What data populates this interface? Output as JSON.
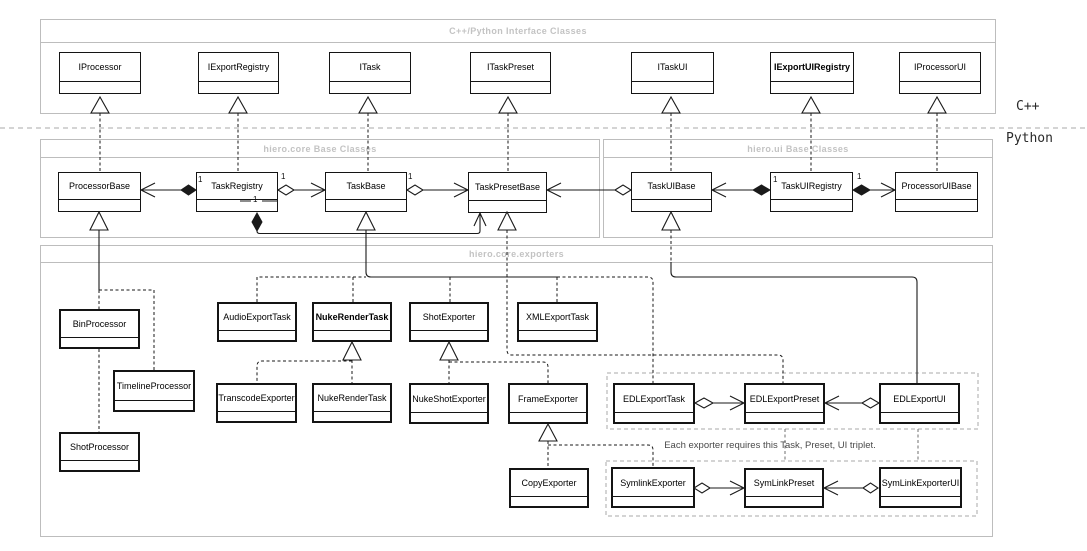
{
  "diagram": {
    "containers": {
      "interfaces": {
        "title": "C++/Python Interface Classes"
      },
      "core_base": {
        "title": "hiero.core Base Classes"
      },
      "ui_base": {
        "title": "hiero.ui Base Classes"
      },
      "exporters": {
        "title": "hiero.core.exporters"
      }
    },
    "language_labels": {
      "cpp": "C++",
      "python": "Python"
    },
    "annotation": "Each exporter requires this Task, Preset, UI triplet.",
    "multiplicity_label": "1",
    "classes": {
      "IProcessor": {
        "label": "IProcessor"
      },
      "IExportRegistry": {
        "label": "IExportRegistry"
      },
      "ITask": {
        "label": "ITask"
      },
      "ITaskPreset": {
        "label": "ITaskPreset"
      },
      "ITaskUI": {
        "label": "ITaskUI"
      },
      "IExportUIRegistry": {
        "label": "IExportUIRegistry"
      },
      "IProcessorUI": {
        "label": "IProcessorUI"
      },
      "ProcessorBase": {
        "label": "ProcessorBase"
      },
      "TaskRegistry": {
        "label": "TaskRegistry"
      },
      "TaskBase": {
        "label": "TaskBase"
      },
      "TaskPresetBase": {
        "label": "TaskPresetBase"
      },
      "TaskUIBase": {
        "label": "TaskUIBase"
      },
      "TaskUIRegistry": {
        "label": "TaskUIRegistry"
      },
      "ProcessorUIBase": {
        "label": "ProcessorUIBase"
      },
      "BinProcessor": {
        "label": "BinProcessor"
      },
      "TimelineProcessor": {
        "label": "TimelineProcessor"
      },
      "ShotProcessor": {
        "label": "ShotProcessor"
      },
      "AudioExportTask": {
        "label": "AudioExportTask"
      },
      "NukeRenderTaskBase": {
        "label": "NukeRenderTask"
      },
      "ShotExporter": {
        "label": "ShotExporter"
      },
      "XMLExportTask": {
        "label": "XMLExportTask"
      },
      "TranscodeExporter": {
        "label": "TranscodeExporter"
      },
      "NukeRenderTask": {
        "label": "NukeRenderTask"
      },
      "NukeShotExporter": {
        "label": "NukeShotExporter"
      },
      "FrameExporter": {
        "label": "FrameExporter"
      },
      "CopyExporter": {
        "label": "CopyExporter"
      },
      "EDLExportTask": {
        "label": "EDLExportTask"
      },
      "EDLExportPreset": {
        "label": "EDLExportPreset"
      },
      "EDLExportUI": {
        "label": "EDLExportUI"
      },
      "SymlinkExporter": {
        "label": "SymlinkExporter"
      },
      "SymLinkPreset": {
        "label": "SymLinkPreset"
      },
      "SymLinkExporterUI": {
        "label": "SymLinkExporterUI"
      }
    },
    "relationships": {
      "inheritance": [
        [
          "ProcessorBase",
          "IProcessor"
        ],
        [
          "TaskRegistry",
          "IExportRegistry"
        ],
        [
          "TaskBase",
          "ITask"
        ],
        [
          "TaskPresetBase",
          "ITaskPreset"
        ],
        [
          "TaskUIBase",
          "ITaskUI"
        ],
        [
          "TaskUIRegistry",
          "IExportUIRegistry"
        ],
        [
          "ProcessorUIBase",
          "IProcessorUI"
        ],
        [
          "BinProcessor",
          "ProcessorBase"
        ],
        [
          "TimelineProcessor",
          "ProcessorBase"
        ],
        [
          "ShotProcessor",
          "ProcessorBase"
        ],
        [
          "AudioExportTask",
          "TaskBase"
        ],
        [
          "NukeRenderTaskBase",
          "TaskBase"
        ],
        [
          "ShotExporter",
          "TaskBase"
        ],
        [
          "XMLExportTask",
          "TaskBase"
        ],
        [
          "EDLExportTask",
          "TaskBase"
        ],
        [
          "TranscodeExporter",
          "NukeRenderTaskBase"
        ],
        [
          "NukeRenderTask",
          "NukeRenderTaskBase"
        ],
        [
          "NukeShotExporter",
          "ShotExporter"
        ],
        [
          "FrameExporter",
          "ShotExporter"
        ],
        [
          "CopyExporter",
          "FrameExporter"
        ],
        [
          "SymlinkExporter",
          "FrameExporter"
        ],
        [
          "EDLExportPreset",
          "TaskPresetBase"
        ],
        [
          "EDLExportUI",
          "TaskUIBase"
        ]
      ],
      "aggregation": [
        [
          "TaskRegistry",
          "TaskBase"
        ],
        [
          "TaskBase",
          "TaskPresetBase"
        ],
        [
          "TaskUIBase",
          "TaskPresetBase"
        ],
        [
          "EDLExportTask",
          "EDLExportPreset"
        ],
        [
          "EDLExportUI",
          "EDLExportPreset"
        ],
        [
          "SymlinkExporter",
          "SymLinkPreset"
        ],
        [
          "SymLinkExporterUI",
          "SymLinkPreset"
        ]
      ],
      "composition": [
        [
          "TaskRegistry",
          "ProcessorBase"
        ],
        [
          "TaskRegistry",
          "TaskPresetBase"
        ],
        [
          "TaskUIRegistry",
          "TaskUIBase"
        ],
        [
          "TaskUIRegistry",
          "ProcessorUIBase"
        ]
      ]
    }
  }
}
